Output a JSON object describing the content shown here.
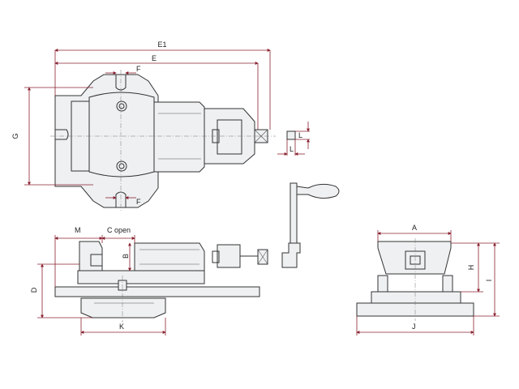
{
  "diagram": {
    "colors": {
      "outline": "#333333",
      "dimension": "#8a2230",
      "part_fill": "#eef0f2",
      "label": "#222222"
    },
    "labels": {
      "e1": "E1",
      "e": "E",
      "f_top": "F",
      "f_bottom": "F",
      "g": "G",
      "l_top": "L",
      "l_side": "L",
      "m": "M",
      "c_open": "C open",
      "b": "B",
      "d": "D",
      "k": "K",
      "a": "A",
      "h": "H",
      "i": "I",
      "j": "J"
    }
  }
}
